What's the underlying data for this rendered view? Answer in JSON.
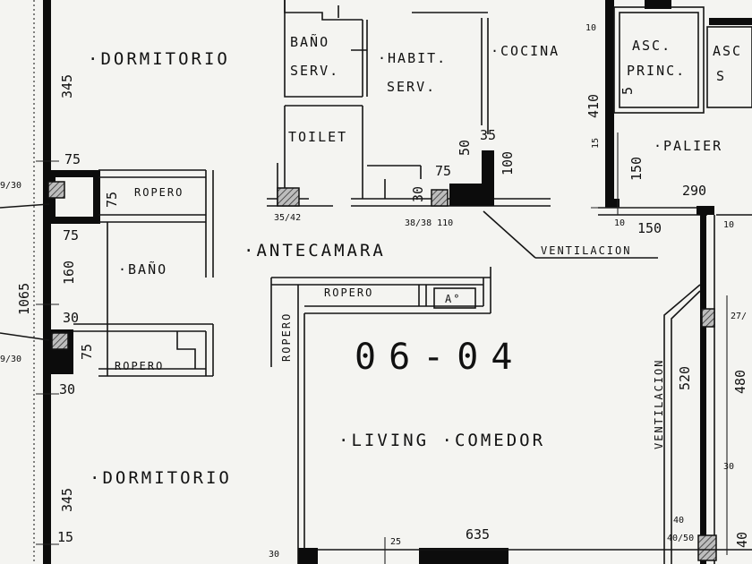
{
  "plan": {
    "unit_label": "06-04",
    "rooms": {
      "dormitorio_top": "·DORMITORIO",
      "dormitorio_bottom": "·DORMITORIO",
      "bano_serv_1": "BAÑO",
      "bano_serv_2": "SERV.",
      "habit_serv_1": "·HABIT.",
      "habit_serv_2": "SERV.",
      "cocina": "·COCINA",
      "toilet": "TOILET",
      "antecamara": "·ANTECAMARA",
      "bano": "·BAÑO",
      "living_comedor": "·LIVING ·COMEDOR",
      "asc_princ_1": "ASC.",
      "asc_princ_2": "PRINC.",
      "asc_serv_1": "ASC",
      "asc_serv_2": "S",
      "palier": "·PALIER",
      "ventilacion_note": "VENTILACION",
      "ventilacion_vert": "VENTILACION"
    },
    "furniture": {
      "ropero_1": "ROPERO",
      "ropero_2": "ROPERO",
      "ropero_3": "ROPERO",
      "ropero_vertical": "ROPERO",
      "a_label": "A°"
    },
    "dimensions": {
      "d345_top": "345",
      "d75_a": "75",
      "d75_b": "75",
      "d75_c": "75",
      "d160": "160",
      "d1065": "1065",
      "d30_a": "30",
      "d75_d": "75",
      "d30_b": "30",
      "d345_bottom": "345",
      "d15_left": "15",
      "d9_30_a": "9/30",
      "d9_30_b": "9/30",
      "d35_42": "35/42",
      "d38_110": "38/38 110",
      "d50": "50",
      "d35": "35",
      "d75_k": "75",
      "d100": "100",
      "d30_k": "30",
      "d10_top": "10",
      "d410": "410",
      "d5": "5",
      "d15_r": "15",
      "d150_v": "150",
      "d290": "290",
      "d10_a": "10",
      "d150_h": "150",
      "d10_b": "10",
      "d27": "27/",
      "d520": "520",
      "d480": "480",
      "d30_r": "30",
      "d40": "40",
      "d40_50": "40/50",
      "d40_r": "40",
      "d635": "635",
      "d25": "25",
      "d30_bot": "30"
    }
  }
}
